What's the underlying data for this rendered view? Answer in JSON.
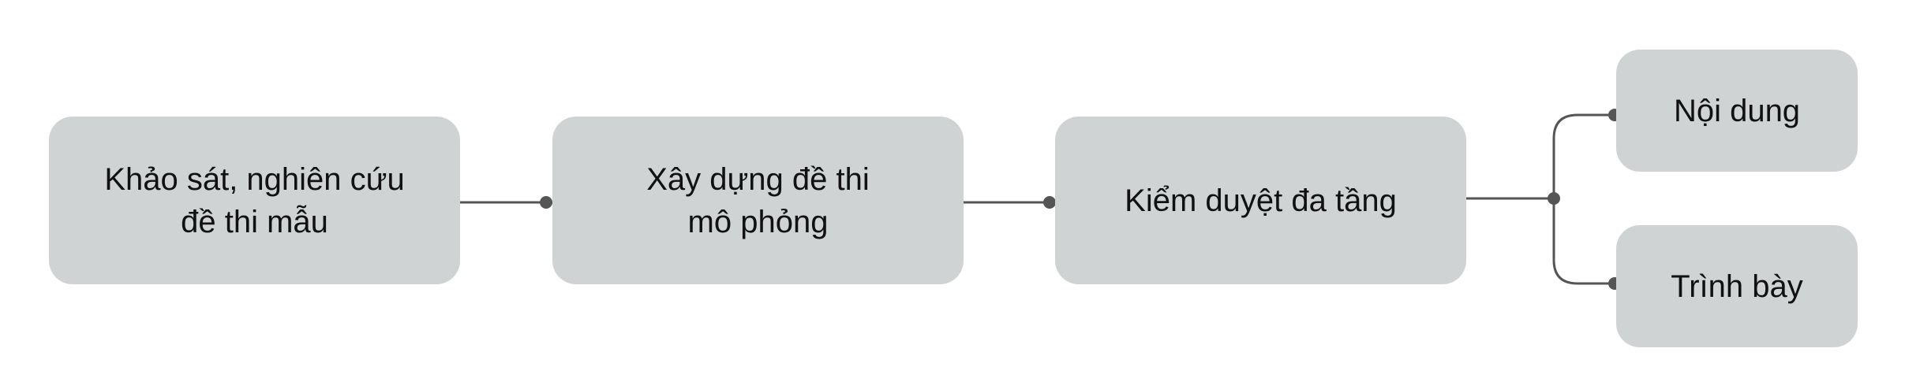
{
  "colors": {
    "node_fill": "#d0d3d4",
    "connector": "#555555",
    "text": "#111111",
    "background": "#ffffff"
  },
  "nodes": [
    {
      "id": "n1",
      "label": "Khảo sát, nghiên cứu\nđề thi mẫu"
    },
    {
      "id": "n2",
      "label": "Xây dựng đề thi\nmô phỏng"
    },
    {
      "id": "n3",
      "label": "Kiểm duyệt đa tầng"
    },
    {
      "id": "n4",
      "label": "Nội dung"
    },
    {
      "id": "n5",
      "label": "Trình bày"
    }
  ]
}
